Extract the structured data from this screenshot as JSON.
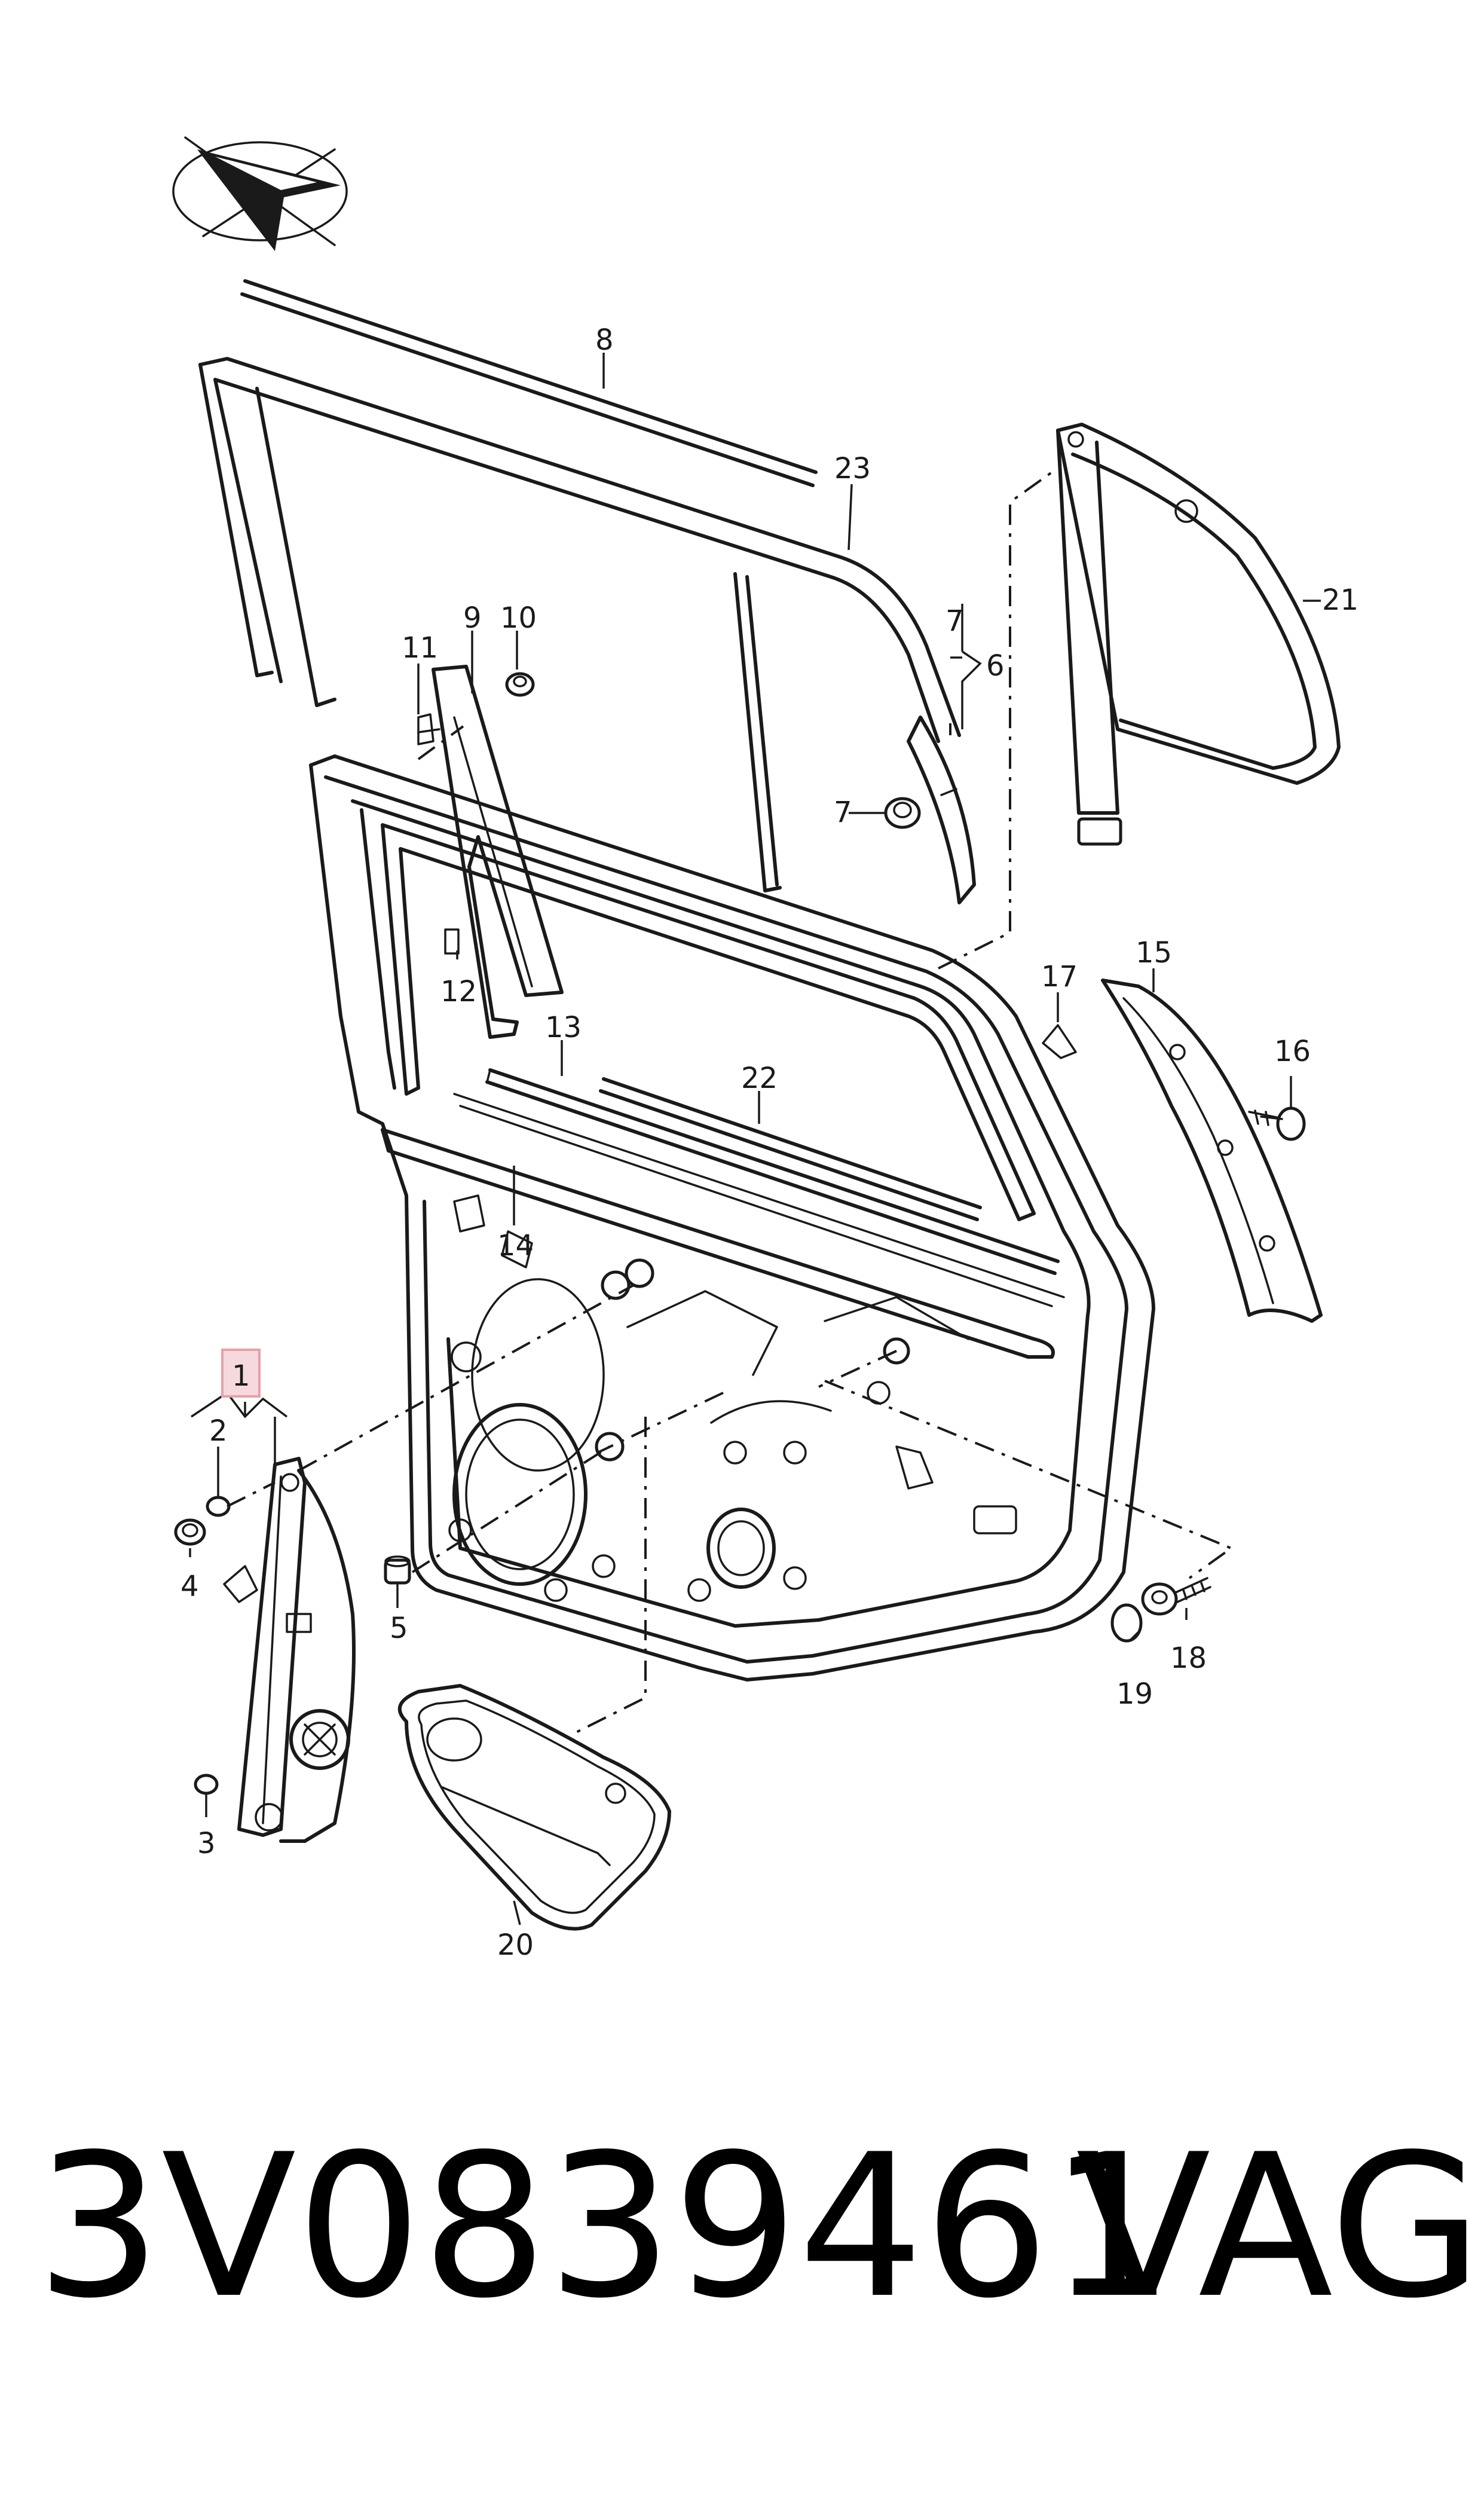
{
  "labels": {
    "l1": "1",
    "l2": "2",
    "l3": "3",
    "l4": "4",
    "l5": "5",
    "l6": "6",
    "l7a": "7",
    "l7b": "7",
    "l8": "8",
    "l9": "9",
    "l10": "10",
    "l11": "11",
    "l12": "12",
    "l13": "13",
    "l14": "14",
    "l15": "15",
    "l16": "16",
    "l17": "17",
    "l18": "18",
    "l19": "19",
    "l20": "20",
    "l21": "21",
    "l22": "22",
    "l23": "23"
  },
  "footer": {
    "part_number": "3V0839461",
    "brand": "VAG"
  },
  "highlight_color": "#e8a0a8",
  "icons": {
    "orientation": "direction-arrow-icon"
  }
}
